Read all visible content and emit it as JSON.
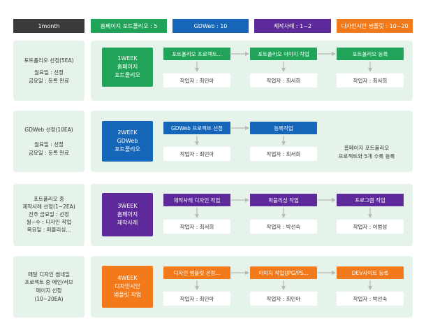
{
  "colors": {
    "dark": "#3b3b3b",
    "green": "#21a459",
    "blue": "#1565b8",
    "purple": "#5e2a9b",
    "orange": "#f27a1a",
    "panel": "#e6f3ea",
    "arrow": "#b8b8b8"
  },
  "header": {
    "month": "1month",
    "cols": [
      "홈페이지 포트폴리오 : 5",
      "GDWeb : 10",
      "제작사례 : 1~2",
      "디자인시안 썸플릿 : 10~20"
    ]
  },
  "rows": [
    {
      "left": [
        "포트폴리오 선정(5EA)",
        "",
        "월요일 : 선정",
        "금요일 : 등록 완료"
      ],
      "week": [
        "1WEEK",
        "홈페이지",
        "포트폴리오"
      ],
      "tasks": [
        "포트폴리오 프로젝트...",
        "포트폴리오 이미지 작업",
        "포트폴리오 등록"
      ],
      "workers": [
        "작업자 : 최민아",
        "작업자 : 최서희",
        "작업자 : 최서희"
      ]
    },
    {
      "left": [
        "GDWeb 선정(10EA)",
        "",
        "월요일 : 선정",
        "금요일 : 등록 완료"
      ],
      "week": [
        "2WEEK",
        "GDWeb",
        "포트폴리오"
      ],
      "tasks": [
        "GDWeb 프로젝트 선정",
        "등록작업"
      ],
      "workers": [
        "작업자 : 최민아",
        "작업자 : 최서희"
      ],
      "note": [
        "홈페이지 포트폴리오",
        "프로젝트와 5개 수록 등록"
      ]
    },
    {
      "left": [
        "포트폴리오 중",
        "제작사례 선정(1~2EA)",
        "진주 금요일 : 선정",
        "월~수 : 디자인 작업",
        "목요일 : 퍼블리싱..."
      ],
      "week": [
        "3WEEK",
        "홈페이지",
        "제작사례"
      ],
      "tasks": [
        "제작사례 디자인 작업",
        "퍼블리싱 작업",
        "프로그램 작업"
      ],
      "workers": [
        "작업자 : 최서희",
        "작업자 : 박선숙",
        "작업자 : 이범성"
      ]
    },
    {
      "left": [
        "매달 디자인 썸네일",
        "프로젝트 중 메인/서브",
        "페이지 선정",
        "(10~20EA)"
      ],
      "week": [
        "4WEEK",
        "디자인시안",
        "썸플릿 작업"
      ],
      "tasks": [
        "디자인 썸플릿 선정...",
        "이미지 작업(JPG/PS...",
        "DEV사이트 등록"
      ],
      "workers": [
        "작업자 : 최민아",
        "작업자 : 최민아",
        "작업자 : 박선숙"
      ]
    }
  ]
}
